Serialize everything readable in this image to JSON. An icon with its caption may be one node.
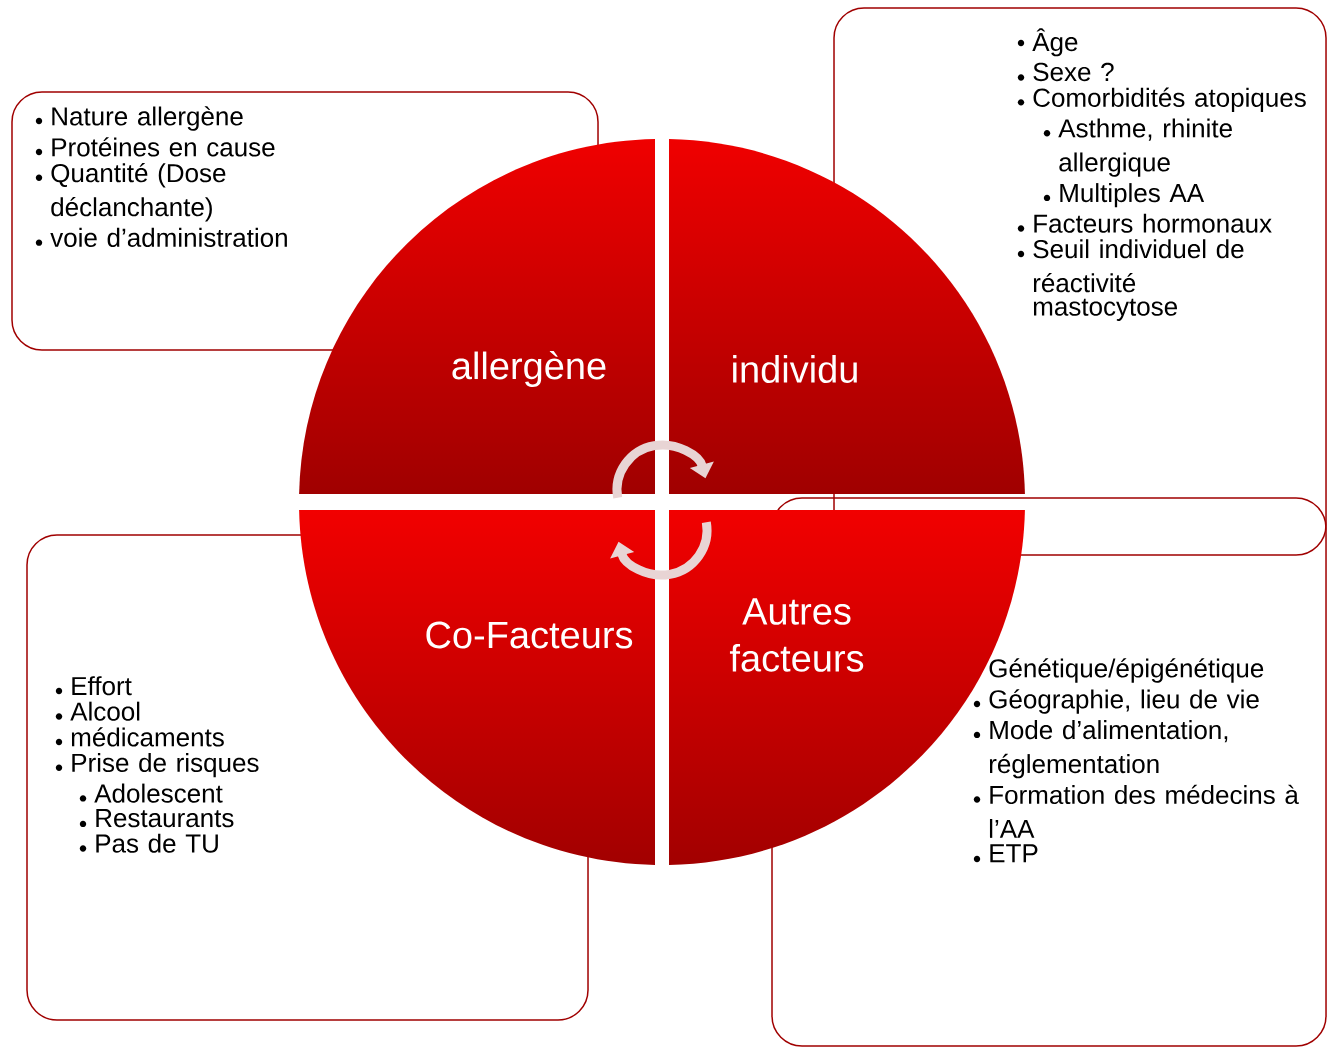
{
  "diagram": {
    "nodes": [
      {
        "text": [
          "Nature allergène",
          "Protéines en cause",
          "Quantité (Dose déclanchante)",
          "voie d’administration"
        ]
      },
      {
        "text": [
          "Âge",
          "Sexe ?",
          "Comorbidités atopiques",
          "Asthme, rhinite allergique",
          "Multiples AA",
          "Facteurs hormonaux",
          "Seuil individuel de réactivité",
          "mastocytose"
        ]
      },
      {
        "text": [
          "allergène"
        ]
      },
      {
        "text": [
          "individu"
        ]
      },
      {
        "text": [
          "Effort",
          "Alcool",
          "médicaments",
          "Prise de risques",
          "Adolescent",
          "Restaurants",
          "Pas de TU"
        ]
      },
      {
        "text": [
          "Génétique/épigénétique",
          "Géographie, lieu de vie",
          "Mode d’alimentation, réglementation",
          "Formation des médecins à l’AA",
          "ETP"
        ]
      },
      {
        "text": [
          "Co-Facteurs"
        ]
      },
      {
        "text": [
          "Autres facteurs"
        ]
      }
    ]
  }
}
